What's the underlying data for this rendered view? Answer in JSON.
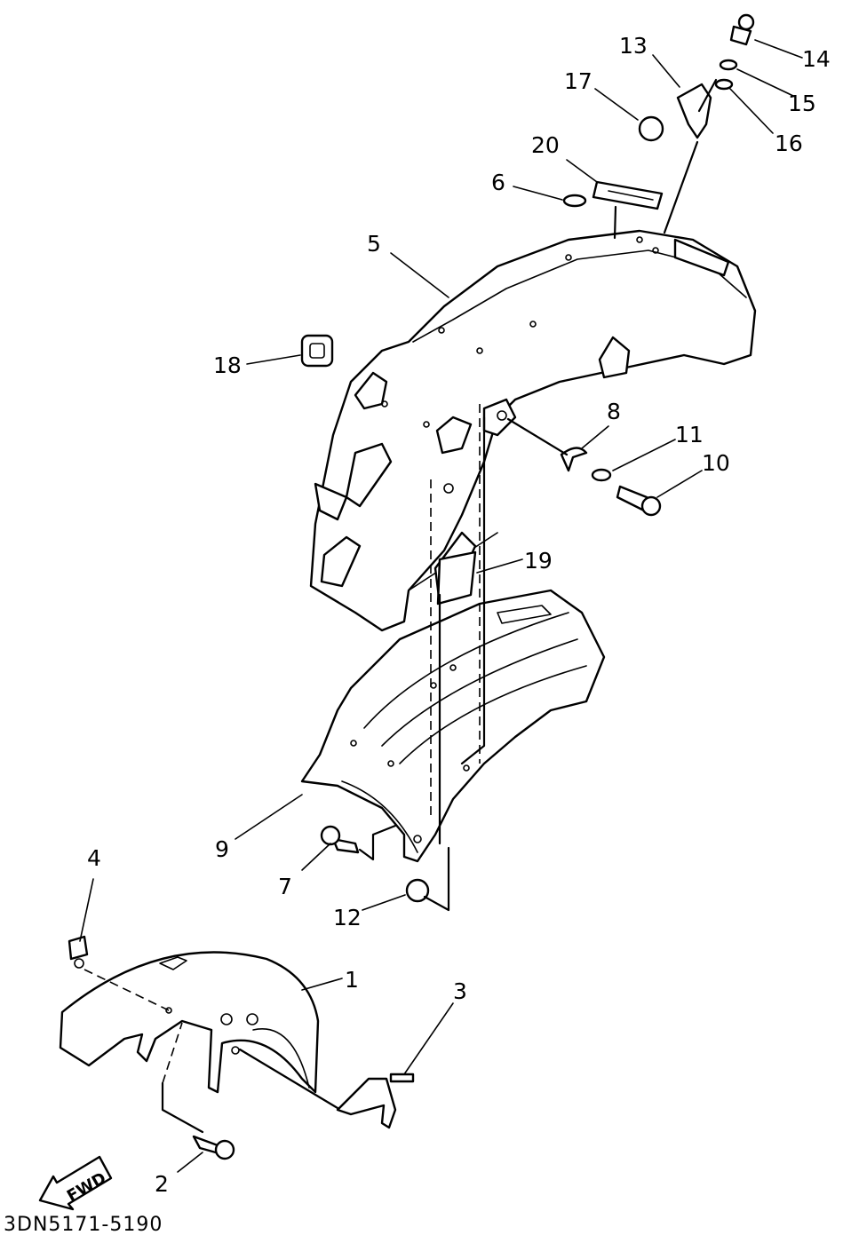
{
  "diagram_code": "3DN5171-5190",
  "fwd_label": "FWD",
  "callouts": {
    "c1": "1",
    "c2": "2",
    "c3": "3",
    "c4": "4",
    "c5": "5",
    "c6": "6",
    "c7": "7",
    "c8": "8",
    "c9": "9",
    "c10": "10",
    "c11": "11",
    "c12": "12",
    "c13": "13",
    "c14": "14",
    "c15": "15",
    "c16": "16",
    "c17": "17",
    "c18": "18",
    "c19": "19",
    "c20": "20"
  }
}
